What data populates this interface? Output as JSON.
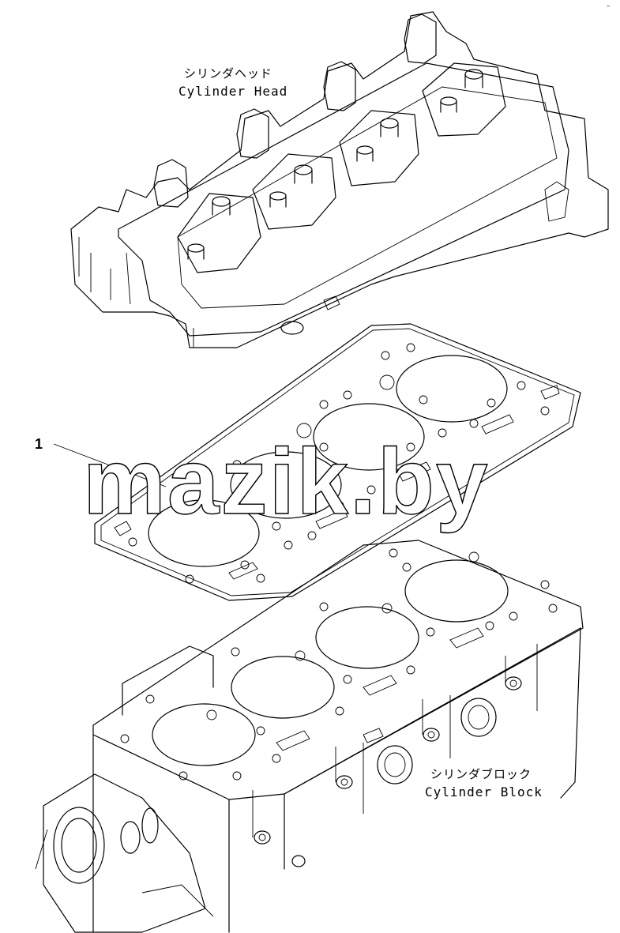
{
  "labels": {
    "cylinder_head_jp": "シリンダヘッド",
    "cylinder_head_en": "Cylinder Head",
    "cylinder_block_jp": "シリンダブロック",
    "cylinder_block_en": "Cylinder Block"
  },
  "callouts": [
    {
      "number": "1"
    }
  ],
  "watermark": "mazik.by",
  "corner_mark": "–"
}
